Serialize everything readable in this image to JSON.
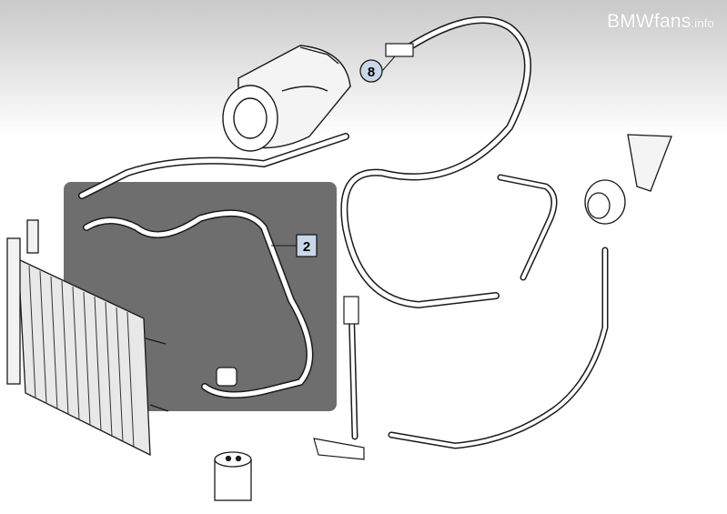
{
  "watermark": {
    "brand": "BMWfans",
    "suffix": ".info"
  },
  "callouts": [
    {
      "label": "8",
      "style": "circle"
    },
    {
      "label": "2",
      "style": "square"
    }
  ],
  "colors": {
    "highlight_panel": "#6e6e6e",
    "line": "#1a1a1a",
    "callout_fill": "#c8d8e8"
  }
}
